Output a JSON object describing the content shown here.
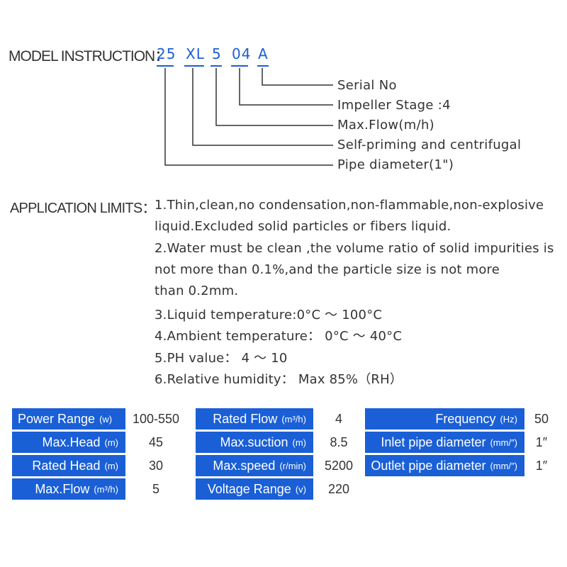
{
  "model": {
    "label": "MODEL INSTRUCTION：",
    "code_parts": [
      "25",
      "XL",
      "5",
      "04",
      "A"
    ],
    "legend": [
      "Serial No",
      "Impeller Stage :4",
      "Max.Flow(m/h)",
      "Self-priming and centrifugal",
      "Pipe diameter(1\")"
    ]
  },
  "application": {
    "label": "APPLICATION LIMITS：",
    "lines": [
      "1.Thin,clean,no condensation,non-flammable,non-explosive",
      "liquid.Excluded solid particles or fibers liquid.",
      "2.Water must be clean ,the volume ratio of solid impurities is",
      "not more than 0.1%,and the particle size is not more",
      "than 0.2mm.",
      "3.Liquid temperature:0°C ～ 100°C",
      "4.Ambient temperature： 0°C ～ 40°C",
      "5.PH value： 4 ～ 10",
      "6.Relative humidity： Max 85%（RH）"
    ]
  },
  "specs": {
    "col1": [
      {
        "label": "Power Range",
        "unit": "(w)",
        "value": "100-550"
      },
      {
        "label": "Max.Head",
        "unit": "(m)",
        "value": "45"
      },
      {
        "label": "Rated Head",
        "unit": "(m)",
        "value": "30"
      },
      {
        "label": "Max.Flow",
        "unit": "(m³/h)",
        "value": "5"
      }
    ],
    "col2": [
      {
        "label": "Rated Flow",
        "unit": "(m³/h)",
        "value": "4"
      },
      {
        "label": "Max.suction",
        "unit": "(m)",
        "value": "8.5"
      },
      {
        "label": "Max.speed",
        "unit": "(r/min)",
        "value": "5200"
      },
      {
        "label": "Voltage Range",
        "unit": "(v)",
        "value": "220"
      }
    ],
    "col3": [
      {
        "label": "Frequency",
        "unit": "(Hz)",
        "value": "50"
      },
      {
        "label": "Inlet pipe diameter",
        "unit": "(mm/″)",
        "value": "1″"
      },
      {
        "label": "Outlet pipe diameter",
        "unit": "(mm/″)",
        "value": "1″"
      }
    ]
  },
  "colors": {
    "accent": "#1a5fd6",
    "text": "#333333",
    "background": "#ffffff"
  }
}
